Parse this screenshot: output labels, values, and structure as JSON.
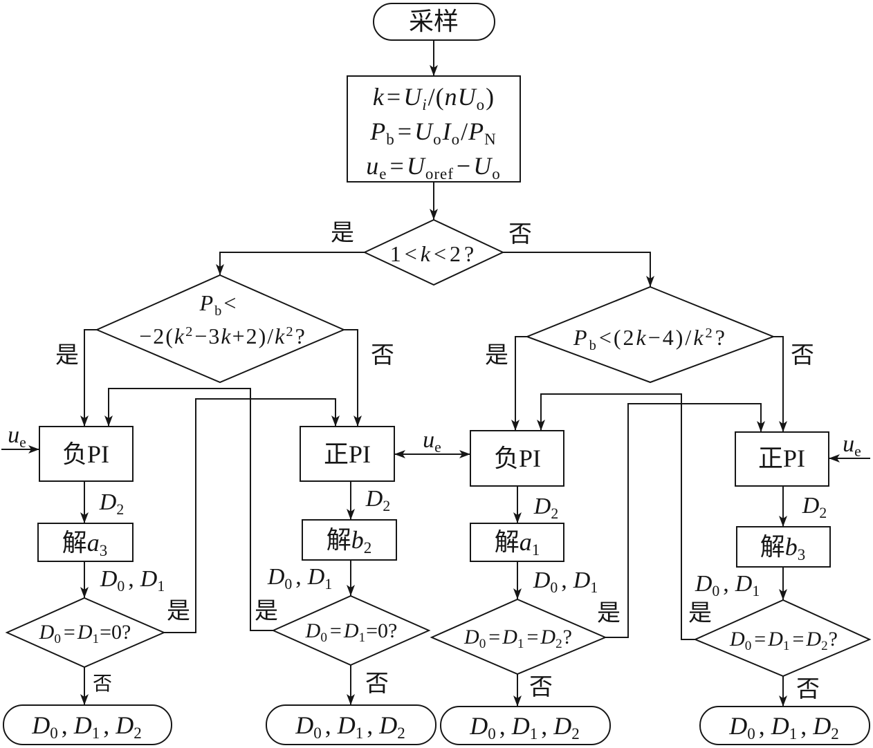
{
  "start": "采样",
  "compute": {
    "line1": [
      "k",
      "=",
      "U",
      "i",
      "/(",
      "n",
      "U",
      "o",
      ")"
    ],
    "line2": [
      "P",
      "b",
      "=",
      "U",
      "o",
      "I",
      "o",
      "/",
      "P",
      "N"
    ],
    "line3": [
      "u",
      "e",
      "=",
      "U",
      "oref",
      "−",
      "U",
      "o"
    ]
  },
  "decision_k": {
    "text": [
      "1<",
      "k",
      "<2?"
    ],
    "yes": "是",
    "no": "否"
  },
  "decision_left": {
    "line1": [
      "P",
      "b",
      "<"
    ],
    "line2": [
      "−2(",
      "k",
      "2",
      "−3",
      "k",
      "+2)/",
      "k",
      "2",
      "?"
    ],
    "yes": "是",
    "no": "否"
  },
  "decision_right": {
    "text": [
      "P",
      "b",
      "<(2",
      "k",
      "−4)/",
      "k",
      "2",
      "?"
    ],
    "yes": "是",
    "no": "否"
  },
  "input_ue": [
    "u",
    "e"
  ],
  "columns": [
    {
      "controller": "负PI",
      "duty_d2": [
        "D",
        "2"
      ],
      "solve": [
        "解",
        "a",
        "3"
      ],
      "duty_d01": [
        "D",
        "0",
        ",",
        "D",
        "1"
      ],
      "check": [
        "D",
        "0",
        "=",
        "D",
        "1",
        "=0?"
      ],
      "yes": "是",
      "no": "否",
      "output": [
        "D",
        "0",
        ",",
        "D",
        "1",
        ",",
        "D",
        "2"
      ]
    },
    {
      "controller": "正PI",
      "duty_d2": [
        "D",
        "2"
      ],
      "solve": [
        "解",
        "b",
        "2"
      ],
      "duty_d01": [
        "D",
        "0",
        ",",
        "D",
        "1"
      ],
      "check": [
        "D",
        "0",
        "=",
        "D",
        "1",
        "=0?"
      ],
      "yes": "是",
      "no": "否",
      "output": [
        "D",
        "0",
        ",",
        "D",
        "1",
        ",",
        "D",
        "2"
      ]
    },
    {
      "controller": "负PI",
      "duty_d2": [
        "D",
        "2"
      ],
      "solve": [
        "解",
        "a",
        "1"
      ],
      "duty_d01": [
        "D",
        "0",
        ",",
        "D",
        "1"
      ],
      "check": [
        "D",
        "0",
        "=",
        "D",
        "1",
        "=",
        "D",
        "2",
        "?"
      ],
      "yes": "是",
      "no": "否",
      "output": [
        "D",
        "0",
        ",",
        "D",
        "1",
        ",",
        "D",
        "2"
      ]
    },
    {
      "controller": "正PI",
      "duty_d2": [
        "D",
        "2"
      ],
      "solve": [
        "解",
        "b",
        "3"
      ],
      "duty_d01": [
        "D",
        "0",
        ",",
        "D",
        "1"
      ],
      "check": [
        "D",
        "0",
        "=",
        "D",
        "1",
        "=",
        "D",
        "2",
        "?"
      ],
      "yes": "是",
      "no": "否",
      "output": [
        "D",
        "0",
        ",",
        "D",
        "1",
        ",",
        "D",
        "2"
      ]
    }
  ]
}
